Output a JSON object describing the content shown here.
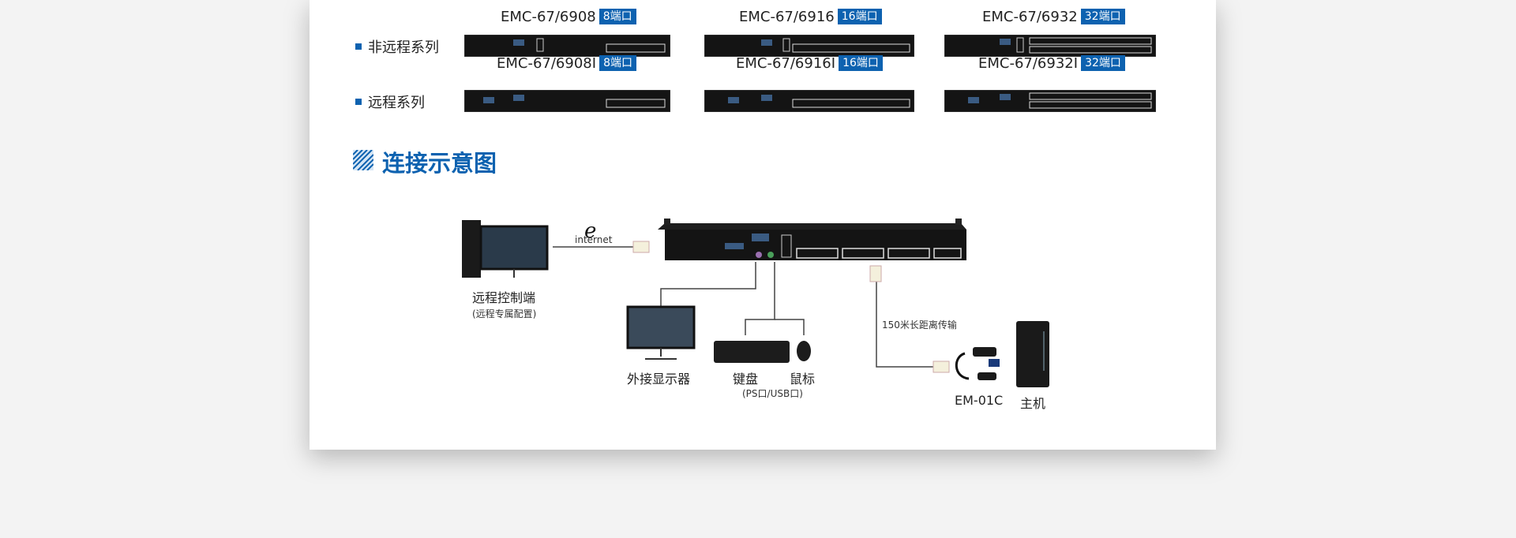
{
  "columns": [
    {
      "model_a": "EMC-67/6908",
      "badge": "8端口",
      "model_b": "EMC-67/6908I"
    },
    {
      "model_a": "EMC-67/6916",
      "badge": "16端口",
      "model_b": "EMC-67/6916I"
    },
    {
      "model_a": "EMC-67/6932",
      "badge": "32端口",
      "model_b": "EMC-67/6932I"
    }
  ],
  "rows": {
    "nonremote": "非远程系列",
    "remote": "远程系列"
  },
  "section_title": "连接示意图",
  "diagram": {
    "internet": "internet",
    "remote_console": "远程控制端",
    "remote_console_note": "(远程专属配置)",
    "monitor": "外接显示器",
    "keyboard": "键盘",
    "mouse": "鼠标",
    "kbm_note": "(PS口/USB口)",
    "distance": "150米长距离传输",
    "adapter": "EM-01C",
    "host": "主机"
  },
  "colors": {
    "accent": "#0d62b0",
    "device": "#141414"
  }
}
